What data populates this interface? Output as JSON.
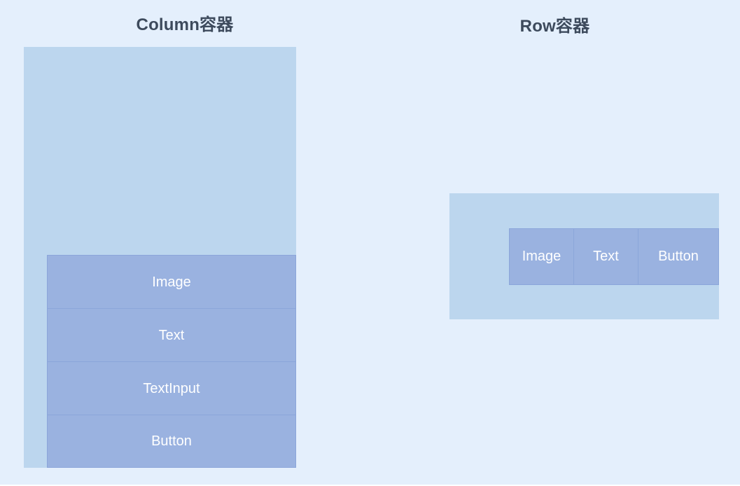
{
  "theme": {
    "page_background": "#e4effc",
    "container_fill": "#bcd6ee",
    "item_fill": "#9ab2e0",
    "item_border": "#8ba6da",
    "title_color": "#3d4a5c",
    "item_text_color": "#ffffff"
  },
  "panels": [
    {
      "id": "column",
      "title": "Column容器",
      "items": [
        {
          "label": "Image"
        },
        {
          "label": "Text"
        },
        {
          "label": "TextInput"
        },
        {
          "label": "Button"
        }
      ]
    },
    {
      "id": "row",
      "title": "Row容器",
      "items": [
        {
          "label": "Image"
        },
        {
          "label": "Text"
        },
        {
          "label": "Button"
        }
      ]
    }
  ]
}
